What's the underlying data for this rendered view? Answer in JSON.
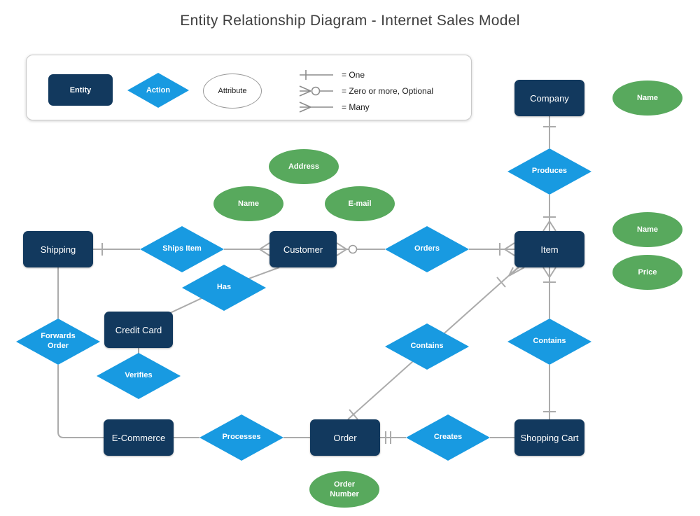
{
  "title": "Entity Relationship Diagram - Internet Sales Model",
  "legend": {
    "entity_label": "Entity",
    "action_label": "Action",
    "attribute_label": "Attribute",
    "symbols": [
      {
        "name": "one-symbol",
        "label": "= One"
      },
      {
        "name": "zero-or-more-symbol",
        "label": "= Zero or more, Optional"
      },
      {
        "name": "many-symbol",
        "label": "= Many"
      }
    ]
  },
  "colors": {
    "entity_fill": "#12395E",
    "action_fill": "#189AE1",
    "attribute_fill": "#58A95D",
    "connector": "#ABABAB",
    "background": "#FFFFFF"
  },
  "entities": [
    {
      "id": "company",
      "label": "Company"
    },
    {
      "id": "shipping",
      "label": "Shipping"
    },
    {
      "id": "customer",
      "label": "Customer"
    },
    {
      "id": "item",
      "label": "Item"
    },
    {
      "id": "credit-card",
      "label": "Credit Card"
    },
    {
      "id": "e-commerce",
      "label": "E-Commerce"
    },
    {
      "id": "order",
      "label": "Order"
    },
    {
      "id": "shopping-cart",
      "label": "Shopping Cart"
    }
  ],
  "actions": [
    {
      "id": "produces",
      "label": "Produces"
    },
    {
      "id": "ships-item",
      "label": "Ships Item"
    },
    {
      "id": "orders",
      "label": "Orders"
    },
    {
      "id": "has",
      "label": "Has"
    },
    {
      "id": "forwards-order",
      "label": "Forwards Order"
    },
    {
      "id": "verifies",
      "label": "Verifies"
    },
    {
      "id": "contains-order-item",
      "label": "Contains"
    },
    {
      "id": "contains-item-cart",
      "label": "Contains"
    },
    {
      "id": "processes",
      "label": "Processes"
    },
    {
      "id": "creates",
      "label": "Creates"
    }
  ],
  "attributes": [
    {
      "id": "company-name",
      "label": "Name",
      "attached_to": "Company"
    },
    {
      "id": "customer-address",
      "label": "Address",
      "attached_to": "Customer"
    },
    {
      "id": "customer-name",
      "label": "Name",
      "attached_to": "Customer"
    },
    {
      "id": "customer-email",
      "label": "E-mail",
      "attached_to": "Customer"
    },
    {
      "id": "item-name",
      "label": "Name",
      "attached_to": "Item"
    },
    {
      "id": "item-price",
      "label": "Price",
      "attached_to": "Item"
    },
    {
      "id": "order-number",
      "label": "Order Number",
      "attached_to": "Order"
    }
  ],
  "connections": [
    {
      "relationship": "Produces",
      "from": "Company",
      "to": "Item",
      "from_end": "one",
      "to_end": "one or many"
    },
    {
      "relationship": "Ships Item",
      "from": "Shipping",
      "to": "Customer",
      "from_end": "one",
      "to_end": "many"
    },
    {
      "relationship": "Orders",
      "from": "Customer",
      "to": "Item",
      "from_end": "zero or more, optional",
      "to_end": "one or many"
    },
    {
      "relationship": "Has",
      "from": "Customer",
      "to": "Credit Card",
      "from_end": "plain",
      "to_end": "plain"
    },
    {
      "relationship": "Verifies",
      "from": "Credit Card",
      "to": "",
      "from_end": "plain",
      "to_end": ""
    },
    {
      "relationship": "Forwards Order",
      "from": "Shipping",
      "to": "E-Commerce",
      "from_end": "plain",
      "to_end": "plain"
    },
    {
      "relationship": "Processes",
      "from": "E-Commerce",
      "to": "Order",
      "from_end": "plain",
      "to_end": "plain"
    },
    {
      "relationship": "Creates",
      "from": "Order",
      "to": "Shopping Cart",
      "from_end": "one and only one",
      "to_end": "plain"
    },
    {
      "relationship": "Contains",
      "from": "Order",
      "to": "Item",
      "from_end": "one",
      "to_end": "one or many"
    },
    {
      "relationship": "Contains",
      "from": "Item",
      "to": "Shopping Cart",
      "from_end": "one or many",
      "to_end": "one"
    }
  ]
}
